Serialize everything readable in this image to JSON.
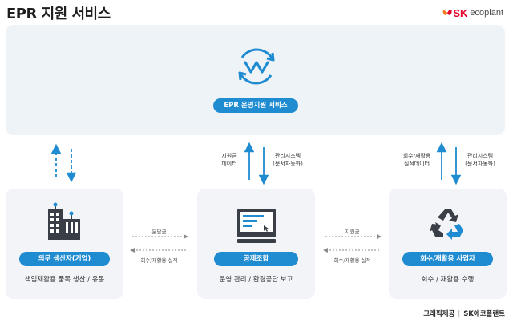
{
  "title": "EPR 지원 서비스",
  "logo": {
    "brand": "SK",
    "sub": "ecoplant"
  },
  "center_service": "EPR 운영지원 서비스",
  "top_labels": {
    "mid_left": [
      "지원금",
      "데이터"
    ],
    "mid_right": [
      "관리시스템",
      "(문서자동화)"
    ],
    "right_left": [
      "회수/재활용",
      "실적데이터"
    ],
    "right_right": [
      "관리시스템",
      "(문서자동화)"
    ]
  },
  "cards": [
    {
      "label": "의무 생산자(기업)",
      "desc": "책임재활용 품목 생산 / 유통"
    },
    {
      "label": "공제조합",
      "desc": "운영 관리 / 환경공단 보고"
    },
    {
      "label": "회수/재활용 사업자",
      "desc": "회수 / 재활용 수행"
    }
  ],
  "flows": {
    "left_top": "분담금",
    "left_bottom": "회수/재활용 실적",
    "right_top": "지원금",
    "right_bottom": "회수/재활용 실적"
  },
  "footer": {
    "left": "그래픽제공",
    "right": "SK에코플랜트"
  },
  "colors": {
    "accent": "#1f8bd1",
    "panel": "#eef3f8",
    "card": "#f2f4f7",
    "brand_red": "#e4002b"
  }
}
